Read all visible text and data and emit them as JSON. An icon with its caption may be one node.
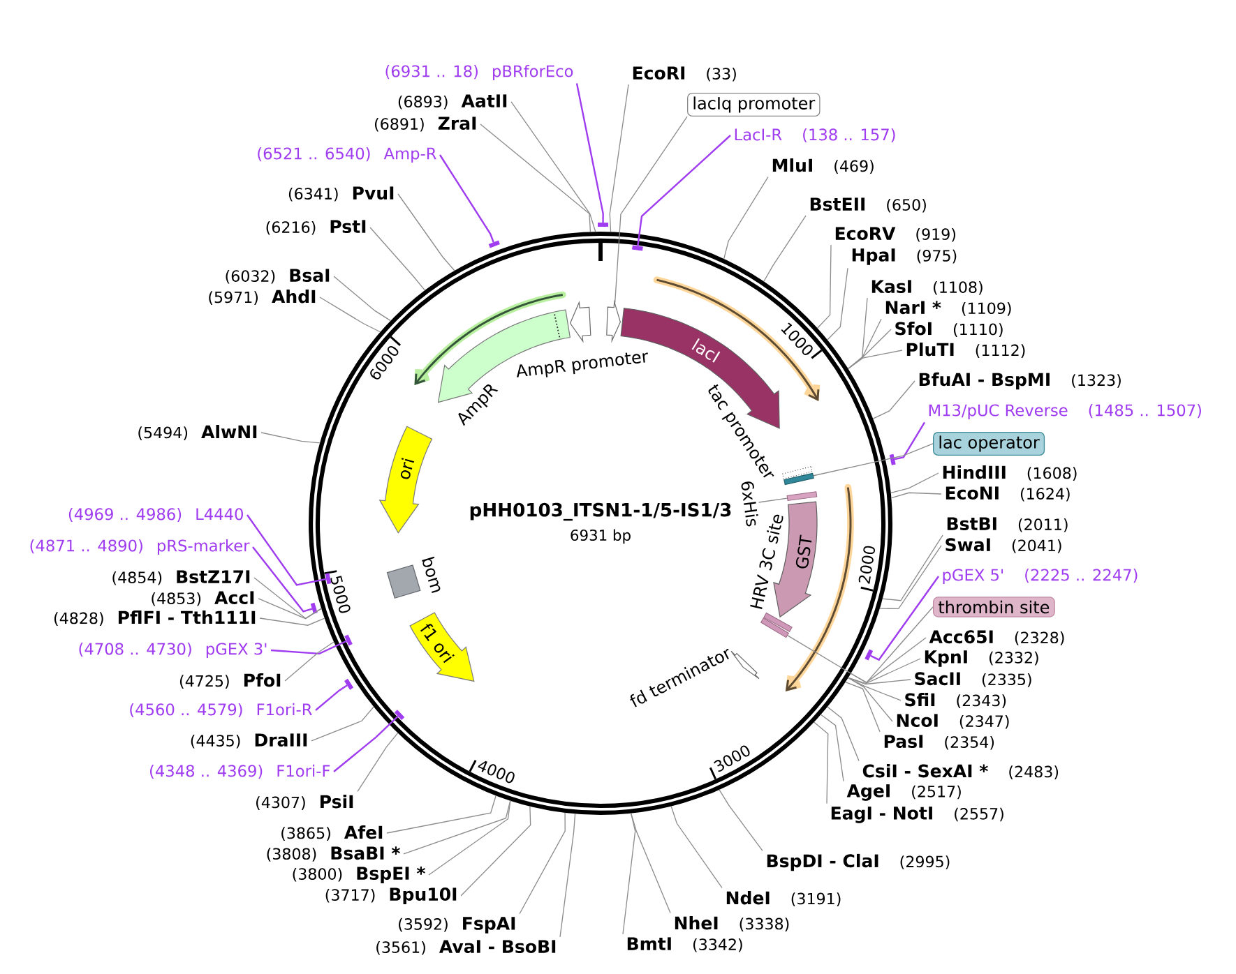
{
  "diagram": {
    "nodes": [
      {
        "text": [
          "pHH0103_ITSN1-1/5-IS1/3",
          "6931 bp"
        ]
      },
      {
        "text": [],
        "shape": "arrow",
        "in": 0
      },
      {
        "text": [
          "lacI"
        ],
        "in": 0
      },
      {
        "text": [
          "tac promoter"
        ],
        "in": 0
      },
      {
        "text": [],
        "shape": "bar",
        "in": 0
      },
      {
        "text": [
          "6xHis"
        ],
        "in": 0
      },
      {
        "text": [],
        "shape": "bar",
        "in": 0
      },
      {
        "text": [
          "GST"
        ],
        "in": 0
      },
      {
        "text": [
          "HRV 3C site"
        ],
        "in": 0
      },
      {
        "text": [],
        "shape": "bar",
        "in": 0
      },
      {
        "text": [
          "fd terminator"
        ],
        "in": 0
      },
      {
        "text": [
          "f1 ori"
        ],
        "in": 0
      },
      {
        "text": [
          "bom"
        ],
        "in": 0
      },
      {
        "text": [
          "ori"
        ],
        "in": 0
      },
      {
        "text": [
          "AmpR"
        ],
        "in": 0
      },
      {
        "text": [
          "AmpR promoter"
        ],
        "in": 0
      },
      {
        "text": [
          "EcoRI",
          "(33)"
        ]
      },
      {
        "text": [
          "lacIq promoter"
        ]
      },
      {
        "text": [
          "LacI-R",
          "(138 .. 157)"
        ]
      },
      {
        "text": [
          "MluI",
          "(469)"
        ]
      },
      {
        "text": [
          "BstEII",
          "(650)"
        ]
      },
      {
        "text": [
          "EcoRV",
          "(919)"
        ]
      },
      {
        "text": [
          "HpaI",
          "(975)"
        ]
      },
      {
        "text": [
          "KasI",
          "(1108)"
        ]
      },
      {
        "text": [
          "NarI *",
          "(1109)"
        ]
      },
      {
        "text": [
          "SfoI",
          "(1110)"
        ]
      },
      {
        "text": [
          "PluTI",
          "(1112)"
        ]
      },
      {
        "text": [
          "BfuAI - BspMI",
          "(1323)"
        ]
      },
      {
        "text": [
          "M13/pUC Reverse",
          "(1485 .. 1507)"
        ]
      },
      {
        "text": [
          "lac operator"
        ]
      },
      {
        "text": [
          "HindIII",
          "(1608)"
        ]
      },
      {
        "text": [
          "EcoNI",
          "(1624)"
        ]
      },
      {
        "text": [
          "BstBI",
          "(2011)"
        ]
      },
      {
        "text": [
          "SwaI",
          "(2041)"
        ]
      },
      {
        "text": [
          "pGEX 5'",
          "(2225 .. 2247)"
        ]
      },
      {
        "text": [
          "thrombin site"
        ]
      },
      {
        "text": [
          "Acc65I",
          "(2328)"
        ]
      },
      {
        "text": [
          "KpnI",
          "(2332)"
        ]
      },
      {
        "text": [
          "SacII",
          "(2335)"
        ]
      },
      {
        "text": [
          "SfiI",
          "(2343)"
        ]
      },
      {
        "text": [
          "NcoI",
          "(2347)"
        ]
      },
      {
        "text": [
          "PasI",
          "(2354)"
        ]
      },
      {
        "text": [
          "CsiI - SexAI *",
          "(2483)"
        ]
      },
      {
        "text": [
          "AgeI",
          "(2517)"
        ]
      },
      {
        "text": [
          "EagI - NotI",
          "(2557)"
        ]
      },
      {
        "text": [
          "BspDI - ClaI",
          "(2995)"
        ]
      },
      {
        "text": [
          "NdeI",
          "(3191)"
        ]
      },
      {
        "text": [
          "NheI",
          "(3338)"
        ]
      },
      {
        "text": [
          "BmtI",
          "(3342)"
        ]
      },
      {
        "text": [
          "(6931 .. 18)",
          "pBRforEco"
        ]
      },
      {
        "text": [
          "(6893)",
          "AatII"
        ]
      },
      {
        "text": [
          "(6891)",
          "ZraI"
        ]
      },
      {
        "text": [
          "(6521 .. 6540)",
          "Amp-R"
        ]
      },
      {
        "text": [
          "(6341)",
          "PvuI"
        ]
      },
      {
        "text": [
          "(6216)",
          "PstI"
        ]
      },
      {
        "text": [
          "(6032)",
          "BsaI"
        ]
      },
      {
        "text": [
          "(5971)",
          "AhdI"
        ]
      },
      {
        "text": [
          "(5494)",
          "AlwNI"
        ]
      },
      {
        "text": [
          "(4969 .. 4986)",
          "L4440"
        ]
      },
      {
        "text": [
          "(4871 .. 4890)",
          "pRS-marker"
        ]
      },
      {
        "text": [
          "(4854)",
          "BstZ17I"
        ]
      },
      {
        "text": [
          "(4853)",
          "AccI"
        ]
      },
      {
        "text": [
          "(4828)",
          "PflFI - Tth111I"
        ]
      },
      {
        "text": [
          "(4708 .. 4730)",
          "pGEX 3'"
        ]
      },
      {
        "text": [
          "(4725)",
          "PfoI"
        ]
      },
      {
        "text": [
          "(4560 .. 4579)",
          "F1ori-R"
        ]
      },
      {
        "text": [
          "(4435)",
          "DraIII"
        ]
      },
      {
        "text": [
          "(4348 .. 4369)",
          "F1ori-F"
        ]
      },
      {
        "text": [
          "(4307)",
          "PsiI"
        ]
      },
      {
        "text": [
          "(3865)",
          "AfeI"
        ]
      },
      {
        "text": [
          "(3808)",
          "BsaBI *"
        ]
      },
      {
        "text": [
          "(3800)",
          "BspEI *"
        ]
      },
      {
        "text": [
          "(3717)",
          "Bpu10I"
        ]
      },
      {
        "text": [
          "(3592)",
          "FspAI"
        ]
      },
      {
        "text": [
          "(3561)",
          "AvaI - BsoBI"
        ]
      },
      {
        "text": [],
        "shape": "bar",
        "in": 0
      },
      {
        "text": [],
        "shape": "bar"
      },
      {
        "text": [],
        "shape": "bar"
      },
      {
        "text": [],
        "shape": "bar"
      },
      {
        "text": [],
        "shape": "bar"
      },
      {
        "text": [],
        "shape": "bar",
        "in": 0
      },
      {
        "text": [],
        "shape": "bar"
      },
      {
        "text": [],
        "shape": "bar",
        "in": 0
      },
      {
        "text": [],
        "shape": "bar"
      },
      {
        "text": [],
        "shape": "bar",
        "in": 0
      }
    ],
    "edges": [
      {
        "from": 5,
        "to": 6,
        "arrow": "none"
      },
      {
        "from": 16,
        "to": 0,
        "arrow": "none"
      },
      {
        "from": 17,
        "to": 1,
        "arrow": "none"
      },
      {
        "from": 18,
        "to": 75,
        "arrow": "none",
        "color": "#a03cf0"
      },
      {
        "from": 19,
        "to": 0,
        "arrow": "none"
      },
      {
        "from": 20,
        "to": 0,
        "arrow": "none"
      },
      {
        "from": 21,
        "to": 0,
        "arrow": "none"
      },
      {
        "from": 22,
        "to": 0,
        "arrow": "none"
      },
      {
        "from": 23,
        "to": 0,
        "arrow": "none"
      },
      {
        "from": 24,
        "to": 0,
        "arrow": "none"
      },
      {
        "from": 25,
        "to": 0,
        "arrow": "none"
      },
      {
        "from": 26,
        "to": 0,
        "arrow": "none"
      },
      {
        "from": 27,
        "to": 0,
        "arrow": "none"
      },
      {
        "from": 28,
        "to": 76,
        "arrow": "none",
        "color": "#a03cf0"
      },
      {
        "from": 29,
        "to": 4,
        "arrow": "none"
      },
      {
        "from": 30,
        "to": 0,
        "arrow": "none"
      },
      {
        "from": 31,
        "to": 0,
        "arrow": "none"
      },
      {
        "from": 32,
        "to": 0,
        "arrow": "none"
      },
      {
        "from": 33,
        "to": 0,
        "arrow": "none"
      },
      {
        "from": 34,
        "to": 77,
        "arrow": "none",
        "color": "#a03cf0"
      },
      {
        "from": 35,
        "to": 9,
        "arrow": "none"
      },
      {
        "from": 36,
        "to": 0,
        "arrow": "none"
      },
      {
        "from": 37,
        "to": 0,
        "arrow": "none"
      },
      {
        "from": 38,
        "to": 0,
        "arrow": "none"
      },
      {
        "from": 39,
        "to": 0,
        "arrow": "none"
      },
      {
        "from": 40,
        "to": 0,
        "arrow": "none"
      },
      {
        "from": 41,
        "to": 0,
        "arrow": "none"
      },
      {
        "from": 42,
        "to": 0,
        "arrow": "none"
      },
      {
        "from": 43,
        "to": 0,
        "arrow": "none"
      },
      {
        "from": 44,
        "to": 0,
        "arrow": "none"
      },
      {
        "from": 45,
        "to": 0,
        "arrow": "none"
      },
      {
        "from": 46,
        "to": 0,
        "arrow": "none"
      },
      {
        "from": 47,
        "to": 0,
        "arrow": "none"
      },
      {
        "from": 48,
        "to": 0,
        "arrow": "none"
      },
      {
        "from": 49,
        "to": 78,
        "arrow": "none",
        "color": "#a03cf0"
      },
      {
        "from": 50,
        "to": 0,
        "arrow": "none"
      },
      {
        "from": 51,
        "to": 0,
        "arrow": "none"
      },
      {
        "from": 52,
        "to": 79,
        "arrow": "none",
        "color": "#a03cf0"
      },
      {
        "from": 53,
        "to": 0,
        "arrow": "none"
      },
      {
        "from": 54,
        "to": 0,
        "arrow": "none"
      },
      {
        "from": 55,
        "to": 0,
        "arrow": "none"
      },
      {
        "from": 56,
        "to": 0,
        "arrow": "none"
      },
      {
        "from": 57,
        "to": 0,
        "arrow": "none"
      },
      {
        "from": 58,
        "to": 80,
        "arrow": "none",
        "color": "#a03cf0"
      },
      {
        "from": 59,
        "to": 81,
        "arrow": "none",
        "color": "#a03cf0"
      },
      {
        "from": 60,
        "to": 0,
        "arrow": "none"
      },
      {
        "from": 61,
        "to": 0,
        "arrow": "none"
      },
      {
        "from": 62,
        "to": 0,
        "arrow": "none"
      },
      {
        "from": 63,
        "to": 82,
        "arrow": "none",
        "color": "#a03cf0"
      },
      {
        "from": 64,
        "to": 0,
        "arrow": "none"
      },
      {
        "from": 65,
        "to": 83,
        "arrow": "none",
        "color": "#a03cf0"
      },
      {
        "from": 66,
        "to": 0,
        "arrow": "none"
      },
      {
        "from": 67,
        "to": 84,
        "arrow": "none",
        "color": "#a03cf0"
      },
      {
        "from": 68,
        "to": 0,
        "arrow": "none"
      },
      {
        "from": 69,
        "to": 0,
        "arrow": "none"
      },
      {
        "from": 70,
        "to": 0,
        "arrow": "none"
      },
      {
        "from": 71,
        "to": 0,
        "arrow": "none"
      },
      {
        "from": 72,
        "to": 0,
        "arrow": "none"
      },
      {
        "from": 73,
        "to": 0,
        "arrow": "none"
      },
      {
        "from": 74,
        "to": 0,
        "arrow": "none"
      }
    ],
    "labels": [
      "1000",
      "2000",
      "3000",
      "4000",
      "5000",
      "6000"
    ]
  }
}
